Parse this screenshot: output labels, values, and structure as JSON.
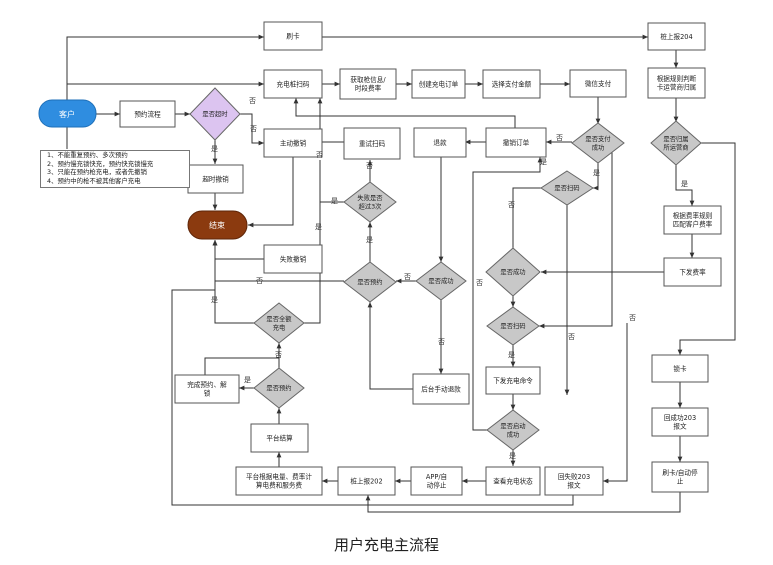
{
  "caption": "用户充电主流程",
  "notes": [
    "1、不能重复预约、多次预约",
    "2、预约慢充锁快充，预约快充锁慢充",
    "3、只能在预约枪充电，或者先撤销",
    "4、预约中的枪不被其他客户充电"
  ],
  "nodes": {
    "customer": "客户",
    "reserve_flow": "预约流程",
    "is_timeout": "是否超时",
    "timeout_cancel": "超时撤销",
    "active_cancel": "主动撤销",
    "end": "结束",
    "fail_cancel": "失败撤销",
    "is_reserved": "是否预约",
    "fail_over3": "失败是否超过3次",
    "retry_scan": "重试扫码",
    "refund": "退款",
    "is_success": "是否成功",
    "manual_refund": "后台手动退款",
    "swipe": "刷卡",
    "scan_pile": "充电桩扫码",
    "get_gun_info": "获取枪信息/时段费率",
    "create_order": "创建充电订单",
    "choose_amount": "选择支付金额",
    "wechat_pay": "微信支付",
    "pay_success": "是否支付成功",
    "cancel_order": "撤销订单",
    "is_scan_1": "是否扫码",
    "is_success_2": "是否成功",
    "is_scan_2": "是否扫码",
    "send_charge_cmd": "下发充电命令",
    "start_success": "是否启动成功",
    "view_charge_status": "查看充电状态",
    "app_auto_stop": "APP/自动停止",
    "pile_report_202": "桩上报202",
    "platform_fee": "平台根据电量、费率计算电费和服务费",
    "platform_settle": "平台结算",
    "is_reserved_2": "是否预约",
    "finish_unlock": "完成预约、解锁",
    "full_amount": "是否全额充电",
    "return_203": "回失败203报文",
    "pile_report_204": "桩上报204",
    "card_operator": "根据规则判断卡运营商归属",
    "belongs_operator": "是否归属所运营商",
    "match_rate": "根据费率规则匹配客户费率",
    "send_rate": "下发费率",
    "lock_card": "锁卡",
    "return_203_ok": "回成功203报文",
    "swipe_stop": "刷卡/自动停止"
  },
  "edge_labels": {
    "yes": "是",
    "no": "否"
  },
  "colors": {
    "process_fill": "#ffffff",
    "process_stroke": "#555555",
    "decision_fill": "#c8c8c8",
    "decision_purple": "#dcc4f0",
    "start_fill": "#2f8de0",
    "end_fill": "#8b3a0f",
    "line": "#333333"
  }
}
